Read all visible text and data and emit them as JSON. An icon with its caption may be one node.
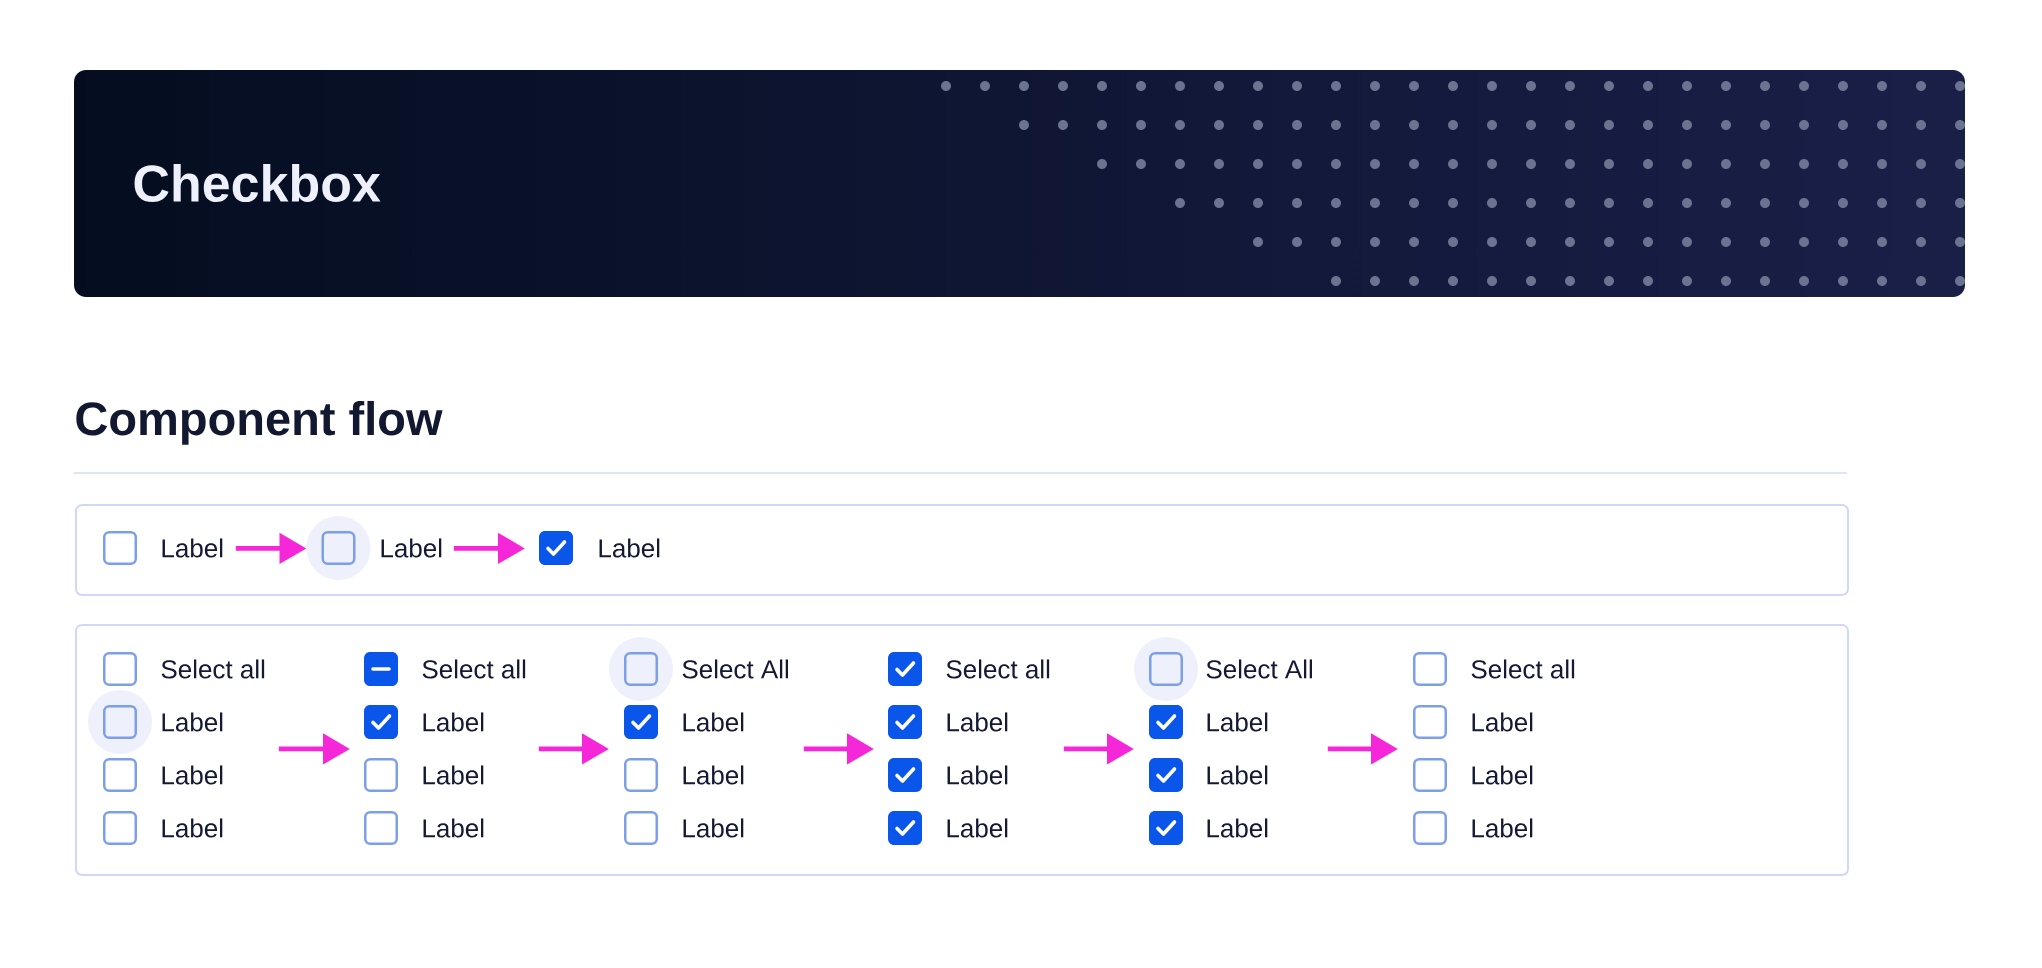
{
  "diagram": {
    "title": "Checkbox",
    "nodes": [
      {
        "text": [],
        "shape": "box"
      },
      {
        "text": [
          "Label"
        ],
        "in": 0
      },
      {
        "text": [
          "Label"
        ],
        "in": 0
      },
      {
        "text": [
          "Label"
        ],
        "in": 0
      },
      {
        "text": [],
        "shape": "box"
      },
      {
        "text": [
          "Select all",
          "Label",
          "Label",
          "Label"
        ],
        "in": 4
      },
      {
        "text": [
          "Select all",
          "Label",
          "Label",
          "Label"
        ],
        "in": 4
      },
      {
        "text": [
          "Select All",
          "Label",
          "Label",
          "Label"
        ],
        "in": 4
      },
      {
        "text": [
          "Select all",
          "Label",
          "Label",
          "Label"
        ],
        "in": 4
      },
      {
        "text": [
          "Select All",
          "Label",
          "Label",
          "Label"
        ],
        "in": 4
      },
      {
        "text": [
          "Select all",
          "Label",
          "Label",
          "Label"
        ],
        "in": 4
      }
    ],
    "edges": [
      {
        "from": 1,
        "to": 2,
        "arrow": "to"
      },
      {
        "from": 2,
        "to": 3,
        "arrow": "to"
      },
      {
        "from": 5,
        "to": 6,
        "arrow": "to"
      },
      {
        "from": 6,
        "to": 7,
        "arrow": "to"
      },
      {
        "from": 7,
        "to": 8,
        "arrow": "to"
      },
      {
        "from": 8,
        "to": 9,
        "arrow": "to"
      },
      {
        "from": 9,
        "to": 10,
        "arrow": "to"
      }
    ],
    "labels": [
      "Component flow"
    ]
  }
}
